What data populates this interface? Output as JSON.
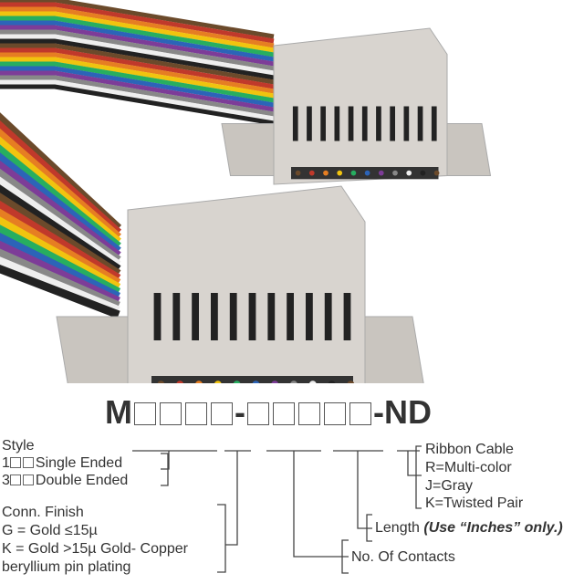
{
  "part_number": {
    "prefix": "M",
    "dash1": "-",
    "suffix": "-ND"
  },
  "style": {
    "title": "Style",
    "opt1_code": "1",
    "opt1": "Single Ended",
    "opt2_code": "3",
    "opt2": "Double Ended"
  },
  "finish": {
    "title": "Conn. Finish",
    "g": "G = Gold ≤15µ",
    "k": "K = Gold >15µ Gold- Copper",
    "k2": "beryllium pin plating"
  },
  "contacts": "No. Of Contacts",
  "length": {
    "label": "Length ",
    "note": "(Use “Inches” only.)"
  },
  "ribbon": {
    "title": "Ribbon Cable",
    "r": "R=Multi-color",
    "j": "J=Gray",
    "k": "K=Twisted Pair"
  },
  "colors": {
    "connector": "#d8d4cf",
    "wires": [
      "#6b4a2b",
      "#c0392b",
      "#e67e22",
      "#f1c40f",
      "#27ae60",
      "#2c64b8",
      "#7d3c98",
      "#888888",
      "#eeeeee",
      "#222222"
    ]
  }
}
